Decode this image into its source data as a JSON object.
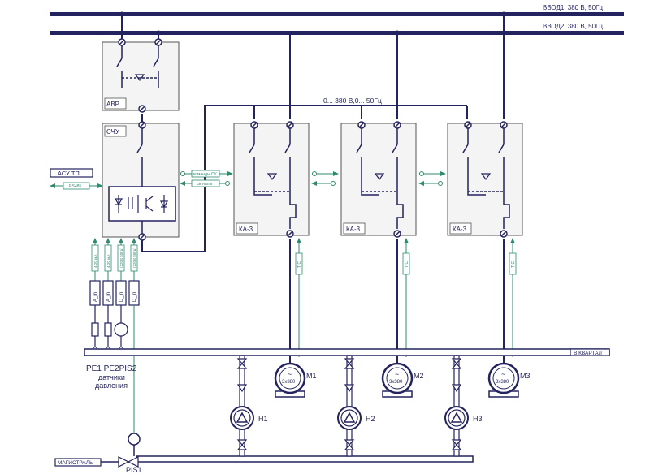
{
  "buses": {
    "input1": "ВВОД1: 380 В, 50Гц",
    "input2": "ВВОД2: 380 В, 50Гц"
  },
  "avr": {
    "label": "АВР"
  },
  "sch": {
    "label": "СЧУ"
  },
  "freq_line": {
    "label": "0... 380 В,0... 50Гц"
  },
  "asu": {
    "label": "АСУ ТП",
    "protocol": "RS485"
  },
  "sch_signals": {
    "commands": "команды СУ",
    "signals": "сигналы"
  },
  "ka": [
    {
      "label": "КА-3"
    },
    {
      "label": "КА-3"
    },
    {
      "label": "КА-3"
    }
  ],
  "ka_feedback": {
    "label": "Т С"
  },
  "analog_signals": [
    "4-20 мА",
    "4-20 мА",
    "(220В 50Гц)",
    "(220В 50Гц)"
  ],
  "inputs": [
    "A_in",
    "A_in",
    "D_in",
    "D_in"
  ],
  "sensors": {
    "names": "PE1 PE2PIS2",
    "caption_line1": "датчики",
    "caption_line2": "давления",
    "pis1": "PIS1"
  },
  "pipes": {
    "district": "В КВАРТАЛ",
    "main": "МАГИСТРАЛЬ"
  },
  "motors": [
    {
      "name": "М1",
      "rating": "3x380",
      "symbol": "~"
    },
    {
      "name": "М2",
      "rating": "3x380",
      "symbol": "~"
    },
    {
      "name": "М3",
      "rating": "3x380",
      "symbol": "~"
    }
  ],
  "pumps": [
    {
      "name": "Н1"
    },
    {
      "name": "Н2"
    },
    {
      "name": "Н3"
    }
  ],
  "colors": {
    "power": "#23235f",
    "signal": "#2e8b6e",
    "frame": "#555555",
    "box_fill": "#f4f4f4"
  }
}
